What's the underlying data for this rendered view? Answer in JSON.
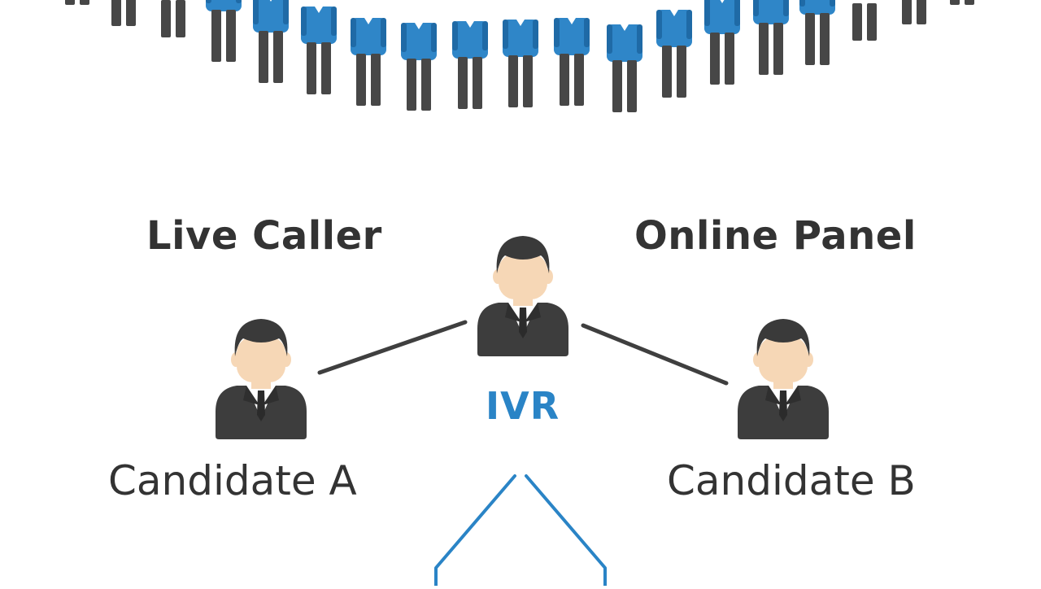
{
  "labels": {
    "live_caller": "Live Caller",
    "online_panel": "Online Panel",
    "ivr": "IVR",
    "candidate_a": "Candidate A",
    "candidate_b": "Candidate B"
  },
  "colors": {
    "crowd_shirt": "#2f86c8",
    "crowd_shirt_dark": "#1f6aa6",
    "crowd_pants": "#474747",
    "suit": "#3d3d3d",
    "hair": "#3a3a3a",
    "skin": "#f6d7b6",
    "line": "#3f3f3f",
    "accent": "#2a84c6",
    "text": "#333333"
  },
  "icons": {
    "crowd": "crowd-of-voters-icon",
    "person": "businessman-icon"
  }
}
